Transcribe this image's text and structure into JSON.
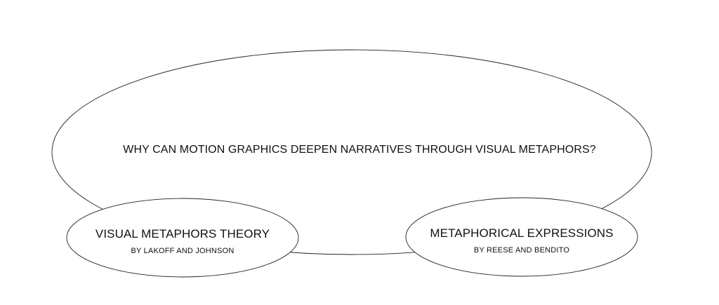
{
  "central": {
    "question": "WHY CAN MOTION GRAPHICS DEEPEN NARRATIVES THROUGH VISUAL METAPHORS?"
  },
  "nodes": [
    {
      "title": "VISUAL METAPHORS THEORY",
      "subtitle": "BY LAKOFF AND JOHNSON"
    },
    {
      "title": "METAPHORICAL EXPRESSIONS",
      "subtitle": "BY REESE AND BENDITO"
    }
  ]
}
